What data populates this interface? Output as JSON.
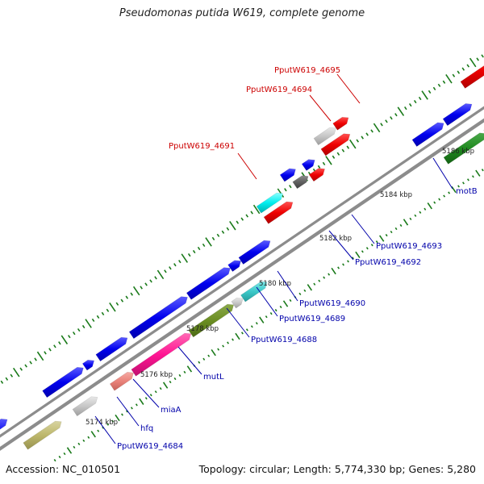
{
  "title": "Pseudomonas putida W619, complete genome",
  "footer": {
    "accession": "Accession: NC_010501",
    "summary": "Topology: circular; Length: 5,774,330 bp; Genes: 5,280"
  },
  "colors": {
    "backbone": "#8c8c8c",
    "tick": "#1a7a1a",
    "label_highlight": "#cc0000",
    "label_default": "#0000aa",
    "kbp_label": "#222222"
  },
  "kbp_labels": [
    "5174 kbp",
    "5176 kbp",
    "5178 kbp",
    "5180 kbp",
    "5182 kbp",
    "5184 kbp",
    "5186 kbp"
  ],
  "genes": [
    {
      "label": "PputW619_4695",
      "label_color": "red"
    },
    {
      "label": "PputW619_4694",
      "label_color": "red"
    },
    {
      "label": "PputW619_4691",
      "label_color": "red"
    },
    {
      "label": "PputW619_4693",
      "label_color": "blue"
    },
    {
      "label": "PputW619_4692",
      "label_color": "blue"
    },
    {
      "label": "motB",
      "label_color": "blue"
    },
    {
      "label": "PputW619_4690",
      "label_color": "blue"
    },
    {
      "label": "PputW619_4689",
      "label_color": "blue"
    },
    {
      "label": "PputW619_4688",
      "label_color": "blue"
    },
    {
      "label": "mutL",
      "label_color": "blue"
    },
    {
      "label": "miaA",
      "label_color": "blue"
    },
    {
      "label": "hfq",
      "label_color": "blue"
    },
    {
      "label": "PputW619_4684",
      "label_color": "blue"
    }
  ]
}
